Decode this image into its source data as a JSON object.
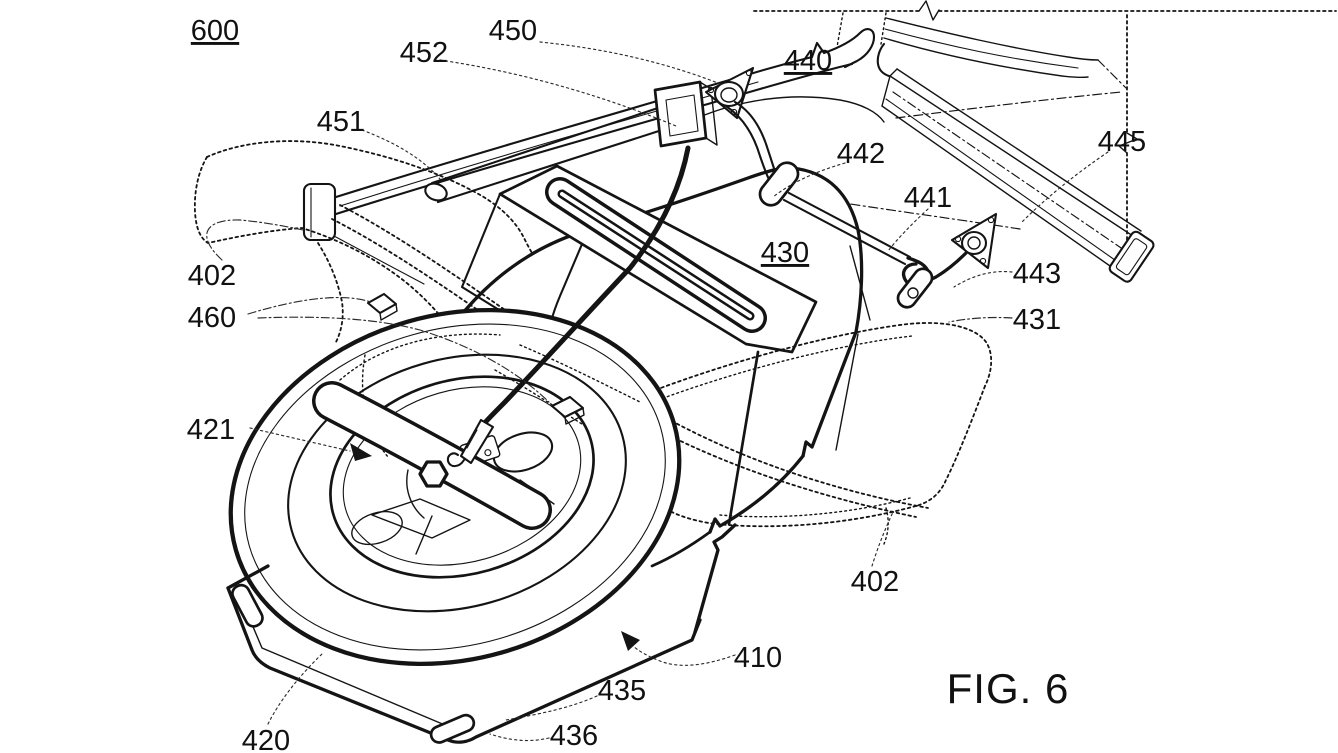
{
  "colors": {
    "ink": "#141414",
    "background": "#ffffff"
  },
  "figure": {
    "caption": "FIG. 6"
  },
  "labels": {
    "l600": {
      "text": "600",
      "underlined": true
    },
    "l450": {
      "text": "450"
    },
    "l452": {
      "text": "452"
    },
    "l451": {
      "text": "451"
    },
    "l440": {
      "text": "440",
      "underlined": true
    },
    "l442": {
      "text": "442"
    },
    "l441": {
      "text": "441"
    },
    "l445": {
      "text": "445"
    },
    "l443": {
      "text": "443"
    },
    "l431": {
      "text": "431"
    },
    "l430": {
      "text": "430",
      "underlined": true
    },
    "l402_left": {
      "text": "402"
    },
    "l460": {
      "text": "460"
    },
    "l421": {
      "text": "421"
    },
    "l402_lower": {
      "text": "402"
    },
    "l410": {
      "text": "410"
    },
    "l435": {
      "text": "435"
    },
    "l436": {
      "text": "436"
    },
    "l420": {
      "text": "420"
    },
    "caption": {
      "text": "FIG. 6"
    }
  }
}
